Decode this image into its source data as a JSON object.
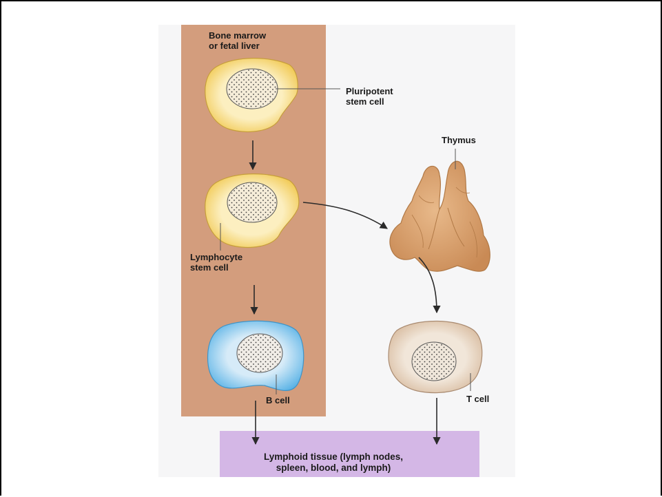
{
  "labels": {
    "bone_marrow": "Bone marrow\nor fetal liver",
    "pluripotent": "Pluripotent\nstem cell",
    "lymphocyte": "Lymphocyte\nstem cell",
    "b_cell": "B cell",
    "thymus": "Thymus",
    "t_cell": "T cell",
    "lymphoid_tissue": "Lymphoid tissue (lymph nodes,\nspleen, blood, and lymph)"
  },
  "colors": {
    "marrow_panel": "#d39d7d",
    "tissue_box": "#d4b7e6",
    "stem_cell_fill": "#fbe7a4",
    "stem_cell_rim": "#f0c64a",
    "b_cell_fill": "#cfe6f6",
    "b_cell_rim": "#5bb3e6",
    "t_cell_fill": "#ecdccc",
    "thymus_fill": "#d9a06c",
    "nucleus_fill": "#f5ecd8",
    "arrow": "#2a2a2a"
  },
  "icons": {
    "pluripotent_cell": "yellow-cell-icon",
    "lymphocyte_cell": "yellow-cell-icon",
    "b_cell": "blue-cell-icon",
    "t_cell": "beige-cell-icon",
    "thymus": "thymus-organ-icon"
  }
}
